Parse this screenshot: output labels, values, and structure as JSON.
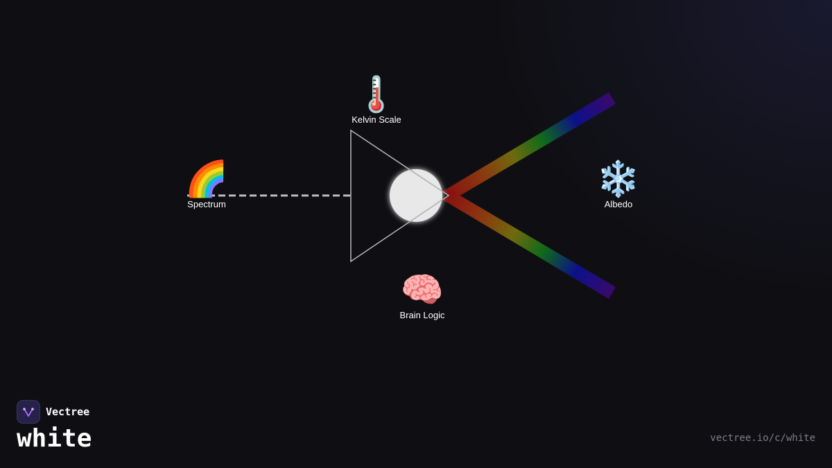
{
  "nodes": {
    "spectrum": {
      "emoji": "🌈",
      "label": "Spectrum"
    },
    "kelvin": {
      "emoji": "🌡️",
      "label": "Kelvin Scale"
    },
    "albedo": {
      "emoji": "❄️",
      "label": "Albedo"
    },
    "brain": {
      "emoji": "🧠",
      "label": "Brain Logic"
    }
  },
  "brand": {
    "name": "Vectree",
    "icon": "vectree-logo-icon"
  },
  "page": {
    "title": "white",
    "url": "vectree.io/c/white"
  },
  "colors": {
    "background": "#0f0f13",
    "beam": "#cccccc",
    "prism_outline": "#aaaaaa",
    "core": "#e8e8e8",
    "accent": "#b06cff"
  }
}
